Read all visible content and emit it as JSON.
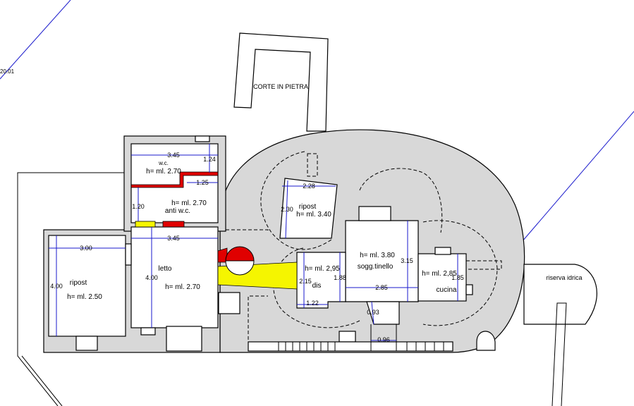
{
  "plan": {
    "site_level": "20.01",
    "court": "CORTE IN PIETRA",
    "water_reserve": "riserva idrica",
    "colors": {
      "wall_fill": "#d8d8d8",
      "dimension": "#1a1acc",
      "demolition": "#e00000",
      "new_build": "#f5f500"
    },
    "rooms": {
      "wc": {
        "name": "w.c.",
        "height": "h= ml. 2.70",
        "width": "3.45",
        "depth": "1.24",
        "step": "1.25"
      },
      "anti_wc": {
        "name": "anti w.c.",
        "height": "h= ml. 2.70",
        "depth": "1.20"
      },
      "letto": {
        "name": "letto",
        "height": "h= ml. 2.70",
        "width": "3.45",
        "depth": "4.00"
      },
      "ripost_left": {
        "name": "ripost",
        "height": "h= ml. 2.50",
        "width": "3.00",
        "depth": "4.00"
      },
      "ripost_upper": {
        "name": "ripost",
        "height": "h= ml. 3.40",
        "width": "2.28",
        "depth": "2.30"
      },
      "dis": {
        "name": "dis",
        "height": "h= ml. 2,95",
        "depth": "2.15",
        "width": "1.22",
        "depth2": "1.88"
      },
      "soggiorno": {
        "name": "sogg.tinello",
        "height": "h= ml. 3.80",
        "depth": "3.15",
        "width": "2.85",
        "passage": "0.93",
        "door": "0.96"
      },
      "cucina": {
        "name": "cucina",
        "height": "h= ml. 2,85",
        "depth": "1.85"
      }
    }
  }
}
